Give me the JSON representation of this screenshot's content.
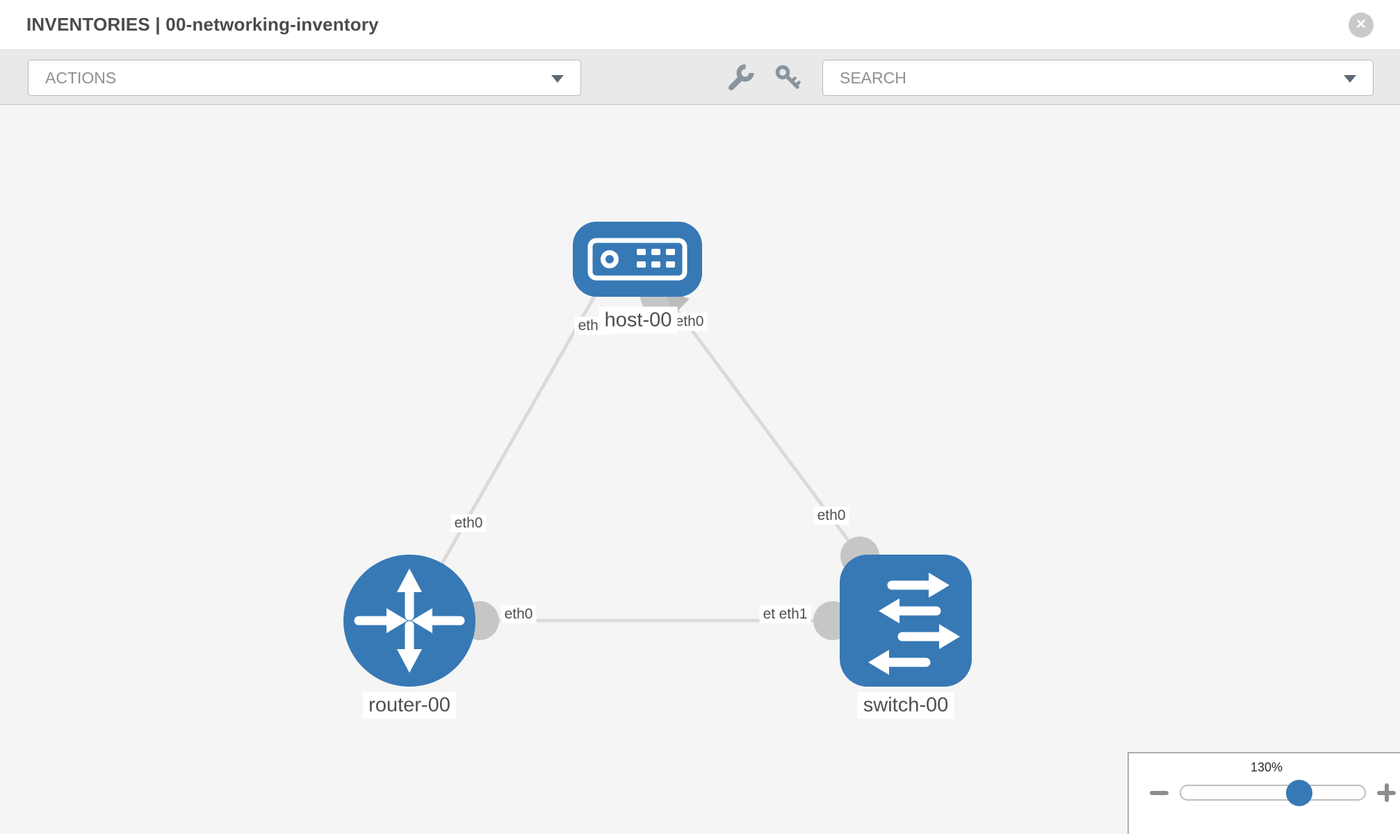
{
  "header": {
    "title": "INVENTORIES | 00-networking-inventory"
  },
  "icons": {
    "close_glyph": "✕",
    "toolbar_icons": [
      "wrench-icon",
      "key-icon"
    ]
  },
  "toolbar": {
    "actions_label": "ACTIONS",
    "search_placeholder": "SEARCH"
  },
  "topology": {
    "nodes": [
      {
        "id": "host-00",
        "type": "host",
        "label": "host-00"
      },
      {
        "id": "router-00",
        "type": "router",
        "label": "router-00"
      },
      {
        "id": "switch-00",
        "type": "switch",
        "label": "switch-00"
      }
    ],
    "links": [
      {
        "from": "host-00",
        "to": "router-00",
        "from_interface": "eth0",
        "to_interface": "eth0"
      },
      {
        "from": "host-00",
        "to": "switch-00",
        "from_interface": "eth0",
        "to_interface": "eth0"
      },
      {
        "from": "router-00",
        "to": "switch-00",
        "from_interface": "eth0",
        "to_interface": "eth1",
        "to_interface_hidden": "eth0"
      }
    ]
  },
  "zoom_control": {
    "value": "130%"
  },
  "colors": {
    "node_blue": "#3779b5",
    "link_gray": "#dadada",
    "interface_gray": "#c6c6c6",
    "toolbar_bg": "#e9e9e9",
    "canvas_bg": "#f5f5f5",
    "slider_thumb": "#3779b5"
  }
}
